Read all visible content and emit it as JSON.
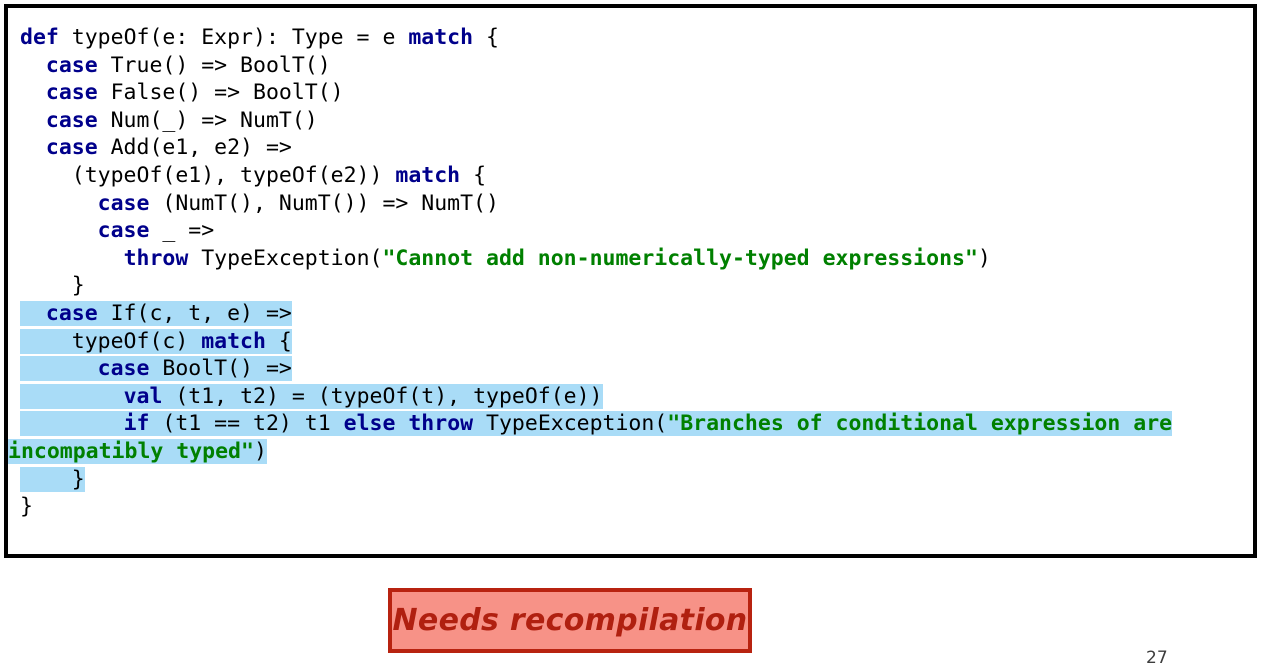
{
  "slide": {
    "page_number": "27",
    "colors": {
      "keyword": "#00008b",
      "string": "#008000",
      "plain": "#000000",
      "highlight": "#a9dcf7",
      "frame_border": "#000000",
      "callout_fill": "#f79287",
      "callout_border": "#b82310",
      "callout_text": "#b02010",
      "background": "#ffffff"
    }
  },
  "code": {
    "language": "scala",
    "full_text": "def typeOf(e: Expr): Type = e match {\n  case True() => BoolT()\n  case False() => BoolT()\n  case Num(_) => NumT()\n  case Add(e1, e2) =>\n    (typeOf(e1), typeOf(e2)) match {\n      case (NumT(), NumT()) => NumT()\n      case _ =>\n        throw TypeException(\"Cannot add non-numerically-typed expressions\")\n    }\n  case If(c, t, e) =>\n    typeOf(c) match {\n      case BoolT() =>\n        val (t1, t2) = (typeOf(t), typeOf(e))\n        if (t1 == t2) t1 else throw TypeException(\"Branches of conditional expression are incompatibly typed\")\n    }\n}",
    "lines": [
      {
        "id": "l1",
        "highlighted": false,
        "tokens": [
          {
            "t": "def",
            "k": "kw"
          },
          {
            "t": " typeOf(e: Expr): Type = e ",
            "k": "pl"
          },
          {
            "t": "match",
            "k": "kw"
          },
          {
            "t": " {",
            "k": "pl"
          }
        ]
      },
      {
        "id": "l2",
        "highlighted": false,
        "tokens": [
          {
            "t": "  ",
            "k": "pl"
          },
          {
            "t": "case",
            "k": "kw"
          },
          {
            "t": " True() => BoolT()",
            "k": "pl"
          }
        ]
      },
      {
        "id": "l3",
        "highlighted": false,
        "tokens": [
          {
            "t": "  ",
            "k": "pl"
          },
          {
            "t": "case",
            "k": "kw"
          },
          {
            "t": " False() => BoolT()",
            "k": "pl"
          }
        ]
      },
      {
        "id": "l4",
        "highlighted": false,
        "tokens": [
          {
            "t": "  ",
            "k": "pl"
          },
          {
            "t": "case",
            "k": "kw"
          },
          {
            "t": " Num(_) => NumT()",
            "k": "pl"
          }
        ]
      },
      {
        "id": "l5",
        "highlighted": false,
        "tokens": [
          {
            "t": "  ",
            "k": "pl"
          },
          {
            "t": "case",
            "k": "kw"
          },
          {
            "t": " Add(e1, e2) =>",
            "k": "pl"
          }
        ]
      },
      {
        "id": "l6",
        "highlighted": false,
        "tokens": [
          {
            "t": "    (typeOf(e1), typeOf(e2)) ",
            "k": "pl"
          },
          {
            "t": "match",
            "k": "kw"
          },
          {
            "t": " {",
            "k": "pl"
          }
        ]
      },
      {
        "id": "l7",
        "highlighted": false,
        "tokens": [
          {
            "t": "      ",
            "k": "pl"
          },
          {
            "t": "case",
            "k": "kw"
          },
          {
            "t": " (NumT(), NumT()) => NumT()",
            "k": "pl"
          }
        ]
      },
      {
        "id": "l8",
        "highlighted": false,
        "tokens": [
          {
            "t": "      ",
            "k": "pl"
          },
          {
            "t": "case",
            "k": "kw"
          },
          {
            "t": " _ =>",
            "k": "pl"
          }
        ]
      },
      {
        "id": "l9",
        "highlighted": false,
        "tokens": [
          {
            "t": "        ",
            "k": "pl"
          },
          {
            "t": "throw",
            "k": "kw"
          },
          {
            "t": " TypeException(",
            "k": "pl"
          },
          {
            "t": "\"Cannot add non-numerically-typed expressions\"",
            "k": "str"
          },
          {
            "t": ")",
            "k": "pl"
          }
        ]
      },
      {
        "id": "l10",
        "highlighted": false,
        "tokens": [
          {
            "t": "    }",
            "k": "pl"
          }
        ]
      },
      {
        "id": "l11",
        "highlighted": true,
        "tokens": [
          {
            "t": "  ",
            "k": "pl"
          },
          {
            "t": "case",
            "k": "kw"
          },
          {
            "t": " If(c, t, e) =>",
            "k": "pl"
          }
        ]
      },
      {
        "id": "l12",
        "highlighted": true,
        "tokens": [
          {
            "t": "    typeOf(c) ",
            "k": "pl"
          },
          {
            "t": "match",
            "k": "kw"
          },
          {
            "t": " {",
            "k": "pl"
          }
        ]
      },
      {
        "id": "l13",
        "highlighted": true,
        "tokens": [
          {
            "t": "      ",
            "k": "pl"
          },
          {
            "t": "case",
            "k": "kw"
          },
          {
            "t": " BoolT() =>",
            "k": "pl"
          }
        ]
      },
      {
        "id": "l14",
        "highlighted": true,
        "tokens": [
          {
            "t": "        ",
            "k": "pl"
          },
          {
            "t": "val",
            "k": "kw"
          },
          {
            "t": " (t1, t2) = (typeOf(t), typeOf(e))",
            "k": "pl"
          }
        ]
      },
      {
        "id": "l15",
        "highlighted": true,
        "tokens": [
          {
            "t": "        ",
            "k": "pl"
          },
          {
            "t": "if",
            "k": "kw"
          },
          {
            "t": " (t1 == t2) t1 ",
            "k": "pl"
          },
          {
            "t": "else",
            "k": "kw"
          },
          {
            "t": " ",
            "k": "pl"
          },
          {
            "t": "throw",
            "k": "kw"
          },
          {
            "t": " TypeException(",
            "k": "pl"
          },
          {
            "t": "\"Branches of conditional expression are",
            "k": "str"
          }
        ]
      },
      {
        "id": "l16",
        "highlighted": true,
        "wrapped": true,
        "tokens": [
          {
            "t": "incompatibly typed\"",
            "k": "str"
          },
          {
            "t": ")",
            "k": "pl"
          }
        ]
      },
      {
        "id": "l17",
        "highlighted": true,
        "tokens": [
          {
            "t": "    }",
            "k": "pl"
          }
        ]
      },
      {
        "id": "l18",
        "highlighted": false,
        "tokens": [
          {
            "t": "}",
            "k": "pl"
          }
        ]
      }
    ]
  },
  "callout": {
    "label": "Needs recompilation"
  }
}
